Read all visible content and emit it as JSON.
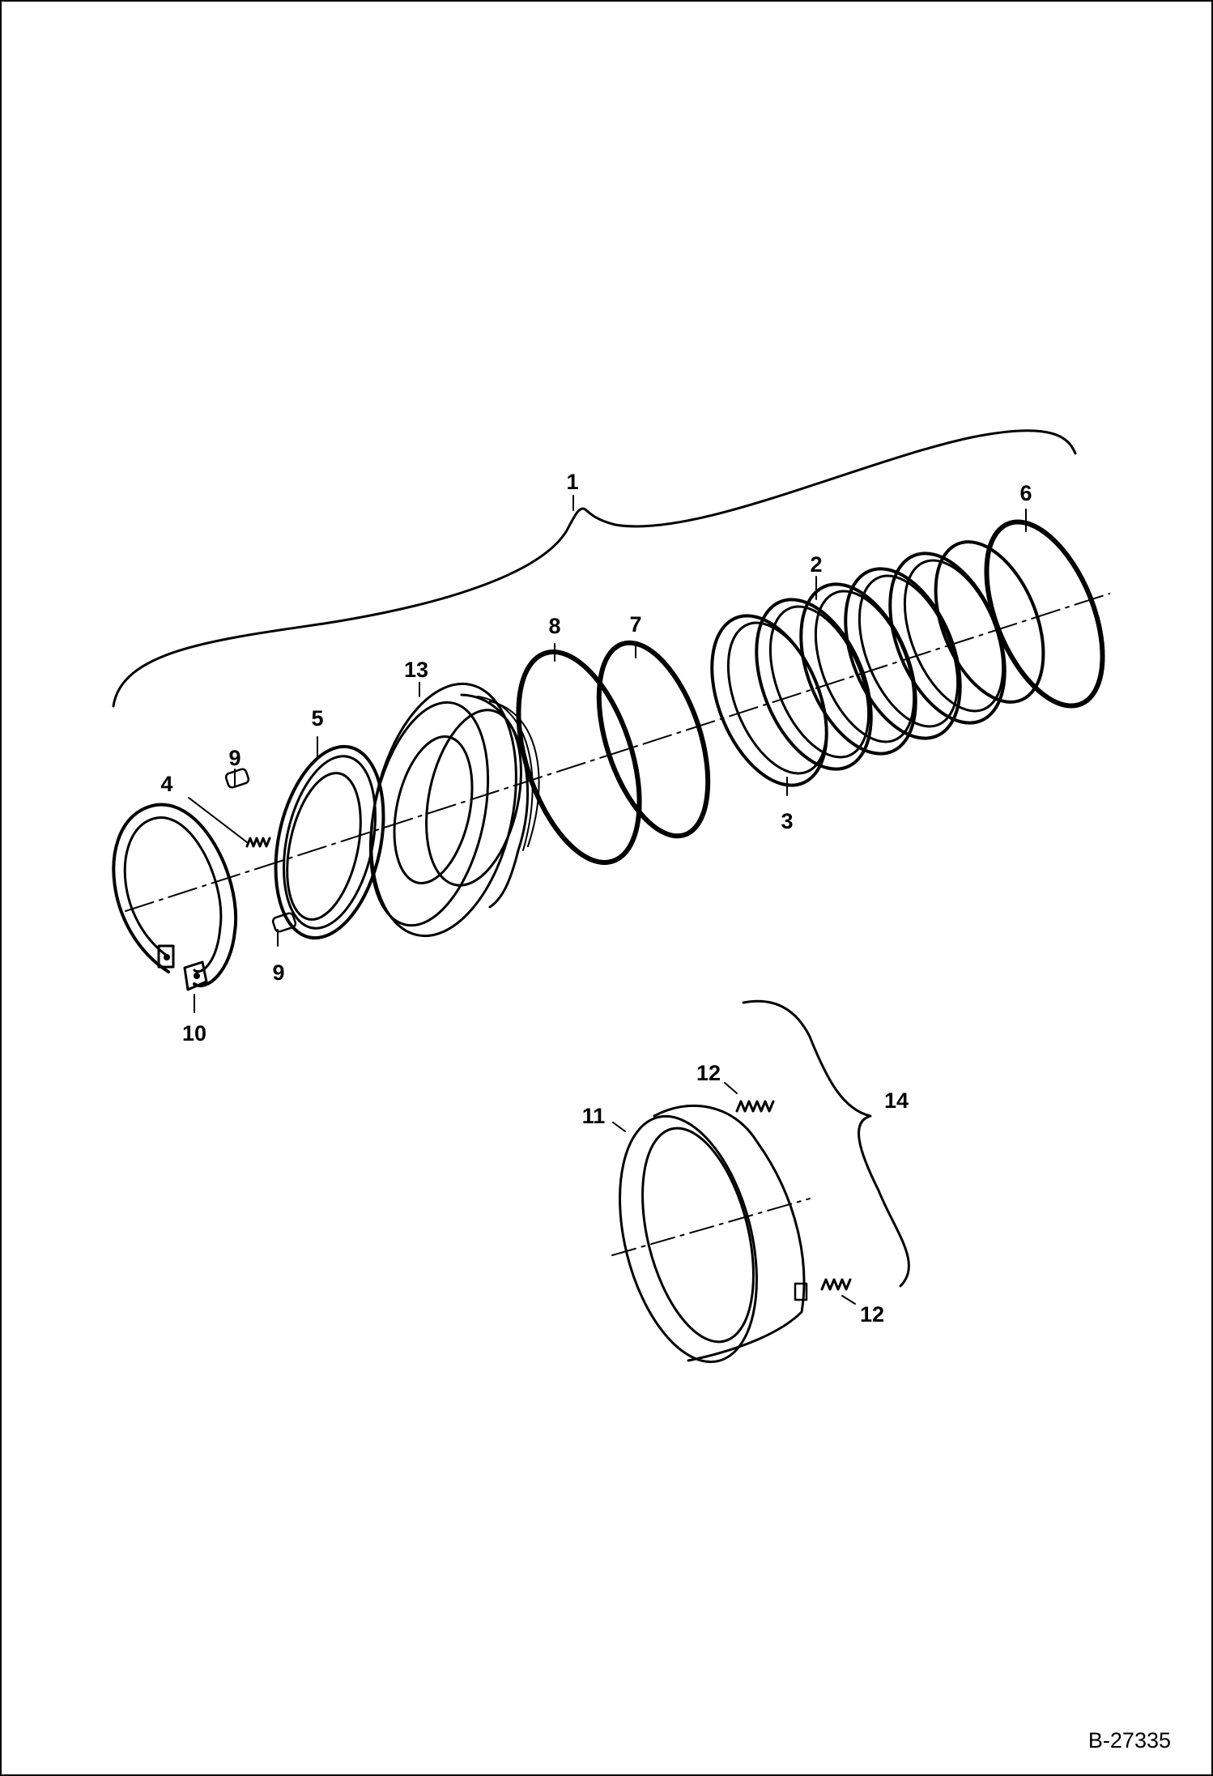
{
  "diagram": {
    "callouts": {
      "c1": "1",
      "c2": "2",
      "c3": "3",
      "c4": "4",
      "c5": "5",
      "c6": "6",
      "c7": "7",
      "c8": "8",
      "c9a": "9",
      "c9b": "9",
      "c10": "10",
      "c11": "11",
      "c12a": "12",
      "c12b": "12",
      "c13": "13",
      "c14": "14"
    },
    "figure_id": "B-27335"
  }
}
